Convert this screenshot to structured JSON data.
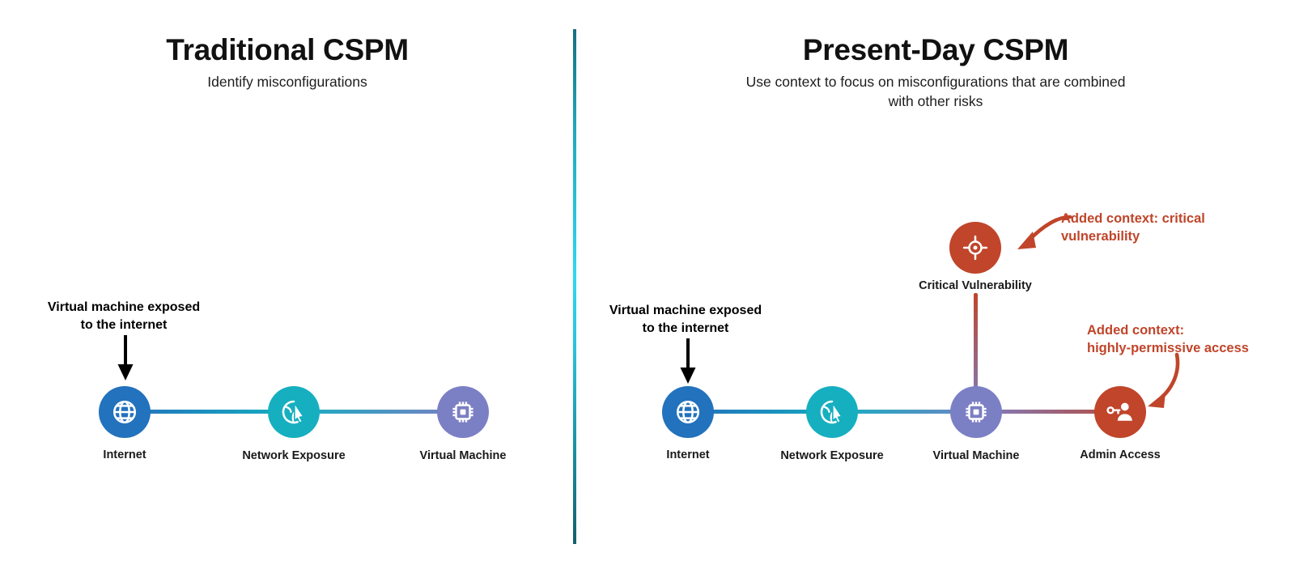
{
  "colors": {
    "internet": "#2272bd",
    "network_exposure": "#16afc0",
    "virtual_machine": "#7b7fc4",
    "risk_red": "#c0452a",
    "annotation_black": "#000000",
    "divider_cyan": "#2fd8f0",
    "background": "#ffffff"
  },
  "panels": [
    {
      "id": "traditional",
      "title": "Traditional CSPM",
      "subtitle": "Identify misconfigurations",
      "annotation": "Virtual machine exposed\nto the internet",
      "nodes": [
        {
          "id": "internet",
          "label": "Internet",
          "icon": "globe-icon",
          "color": "#2272bd"
        },
        {
          "id": "network-exposure",
          "label": "Network Exposure",
          "icon": "globe-cursor-icon",
          "color": "#16afc0"
        },
        {
          "id": "virtual-machine",
          "label": "Virtual Machine",
          "icon": "cpu-chip-icon",
          "color": "#7b7fc4"
        }
      ]
    },
    {
      "id": "present-day",
      "title": "Present-Day CSPM",
      "subtitle": "Use context to focus on misconfigurations that are combined\nwith other risks",
      "annotation": "Virtual machine exposed\nto the internet",
      "nodes": [
        {
          "id": "internet",
          "label": "Internet",
          "icon": "globe-icon",
          "color": "#2272bd"
        },
        {
          "id": "network-exposure",
          "label": "Network Exposure",
          "icon": "globe-cursor-icon",
          "color": "#16afc0"
        },
        {
          "id": "virtual-machine",
          "label": "Virtual Machine",
          "icon": "cpu-chip-icon",
          "color": "#7b7fc4"
        },
        {
          "id": "admin-access",
          "label": "Admin Access",
          "icon": "key-user-icon",
          "color": "#c0452a"
        }
      ],
      "branch_node": {
        "id": "critical-vulnerability",
        "label": "Critical Vulnerability",
        "icon": "crosshair-target-icon",
        "color": "#c0452a"
      },
      "context_callouts": [
        {
          "id": "critical-vulnerability-callout",
          "text": "Added context: critical\nvulnerability"
        },
        {
          "id": "permissive-access-callout",
          "text": "Added context:\nhighly-permissive access"
        }
      ]
    }
  ]
}
